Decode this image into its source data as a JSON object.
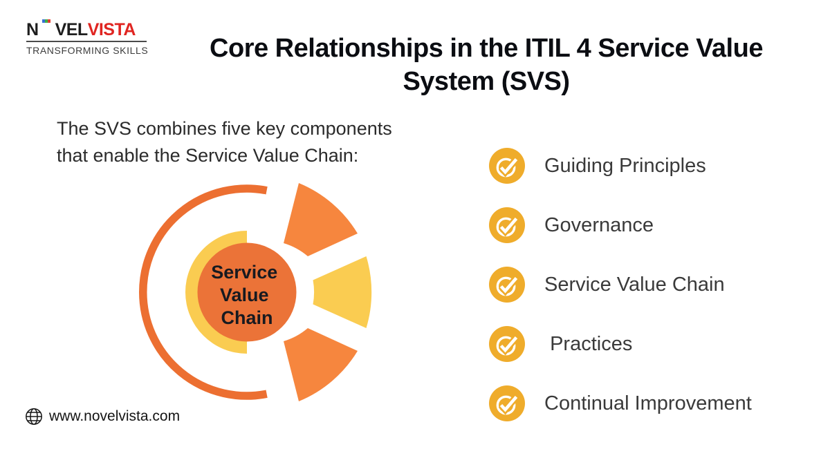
{
  "brand": {
    "logo_n": "N",
    "logo_vel": "VEL",
    "logo_vista": "VISTA",
    "tagline": "TRANSFORMING SKILLS",
    "website": "www.novelvista.com"
  },
  "title": {
    "line1": "Core Relationships in the ITIL 4 Service Value",
    "line2": "System (SVS)"
  },
  "intro": {
    "line1": "The SVS combines five key components",
    "line2": "that enable the Service Value Chain:"
  },
  "diagram": {
    "center_label": {
      "line1": "Service",
      "line2": "Value",
      "line3": "Chain"
    },
    "colors": {
      "arc_orange": "#EC6F31",
      "wedge_orange": "#F6863E",
      "yellow": "#FACC51",
      "center_circle_orange": "#EB7338",
      "center_text": "#171A20"
    }
  },
  "components": {
    "icon": "check-circle-icon",
    "icon_color": "#EFAC2B",
    "items": [
      {
        "label": "Guiding Principles"
      },
      {
        "label": "Governance"
      },
      {
        "label": "Service Value Chain"
      },
      {
        "label": " Practices"
      },
      {
        "label": "Continual Improvement"
      }
    ]
  }
}
